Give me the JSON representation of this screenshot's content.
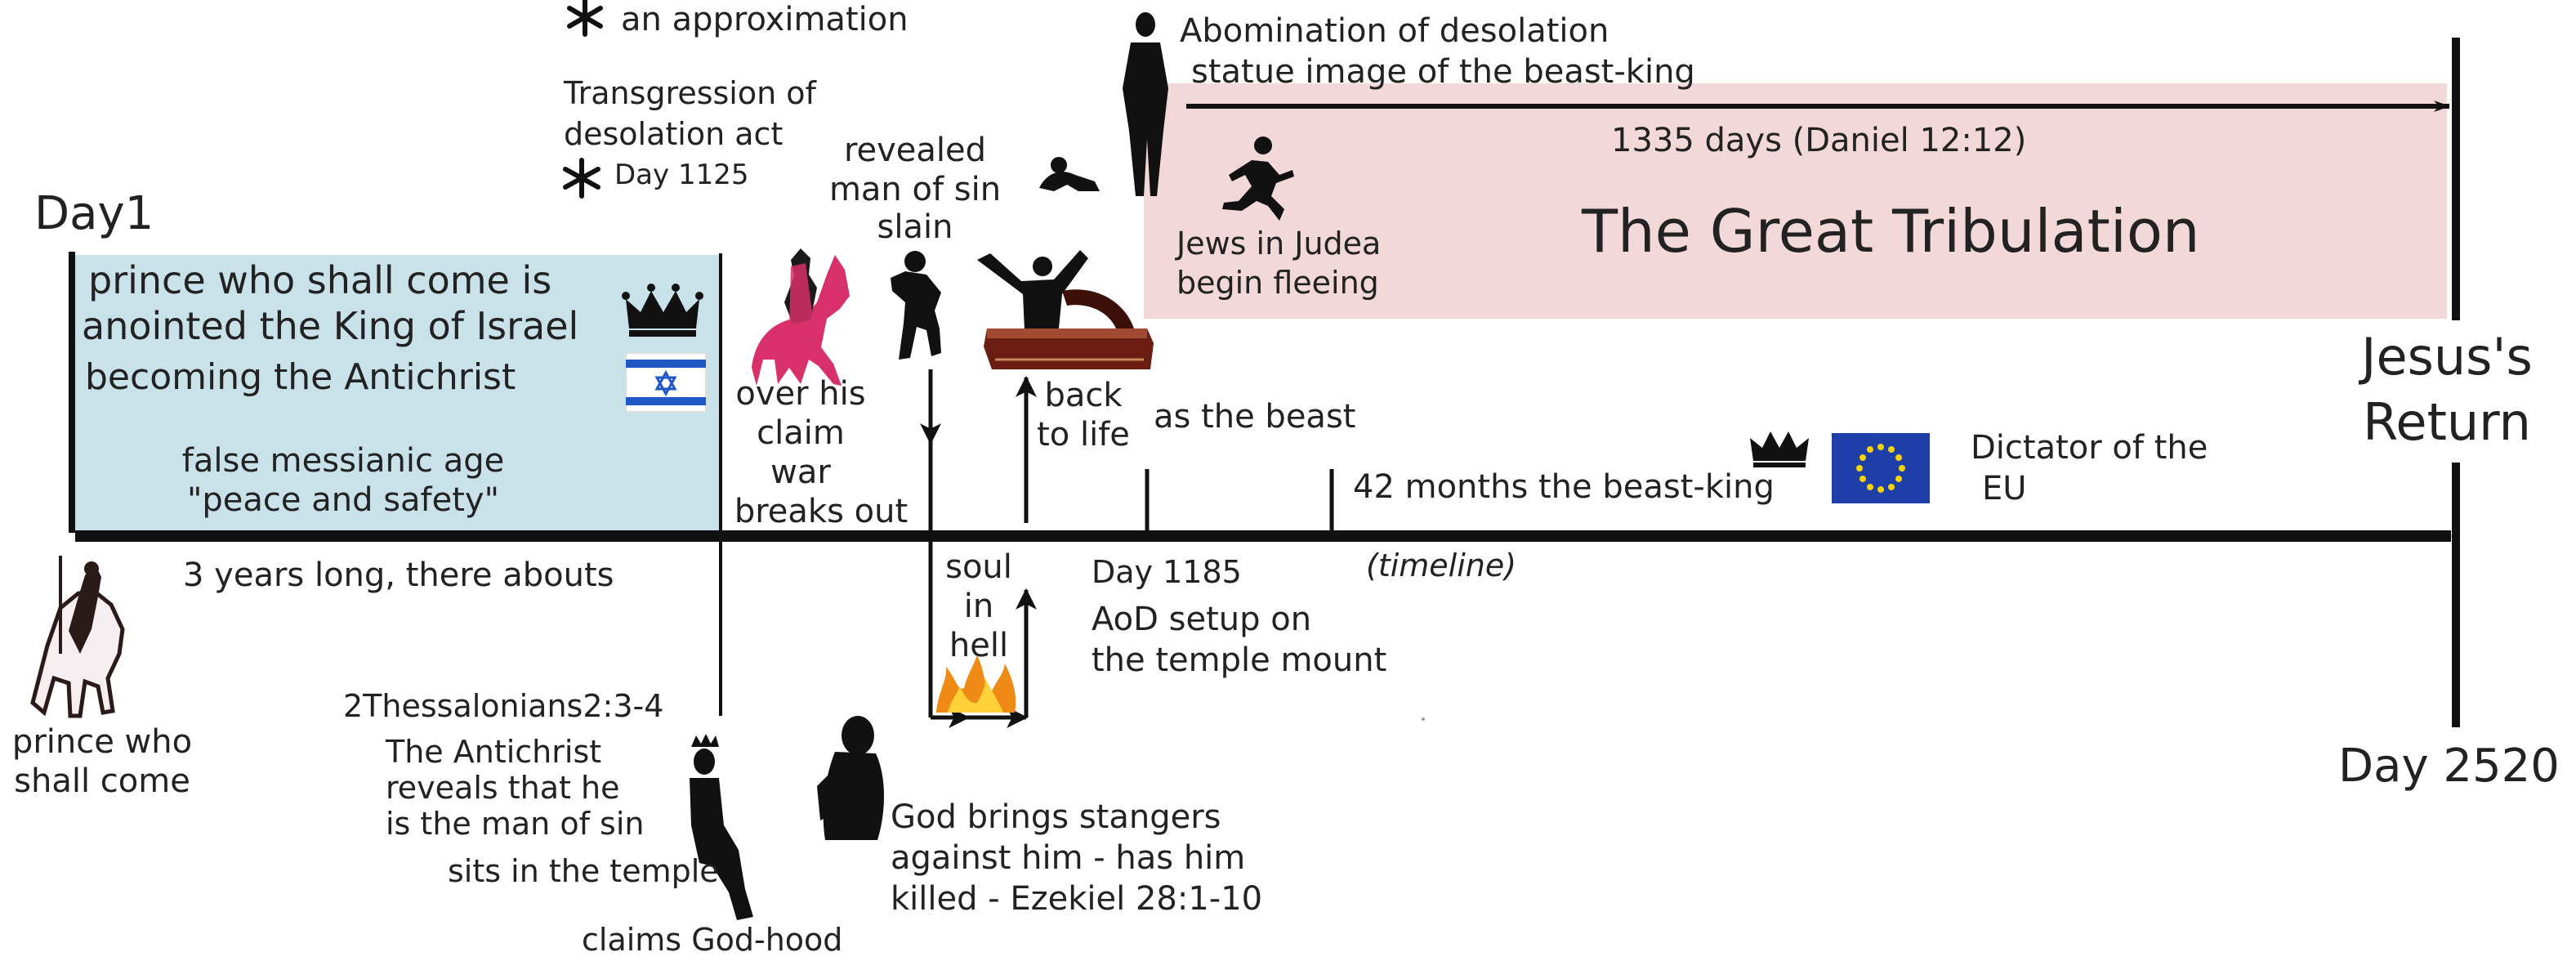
{
  "colors": {
    "ink": "#111111",
    "pre_tribulation_band": "#c9e2ea",
    "tribulation_band": "#f2d8d8",
    "flag_blue": "#1f57c4",
    "eu_blue": "#1e3ea8",
    "eu_star": "#f6d400",
    "horse_pink": "#d8306a",
    "fire_orange": "#f08a16",
    "casket_brown": "#6b1d12"
  },
  "icons": [
    "approximation-asterisk-icon",
    "crown-icon",
    "israel-flag-icon",
    "eu-flag-icon",
    "rider-on-horse-icon",
    "kneeling-figure-icon",
    "statue-figure-icon",
    "running-figure-icon",
    "falling-man-icon",
    "rising-man-icon",
    "casket-icon",
    "hell-fire-icon",
    "enthroned-man-icon",
    "hooded-stranger-icon"
  ],
  "labels": {
    "day1": "Day1",
    "day1185": "Day 1185",
    "day2520": "Day 2520",
    "jesus_return": [
      "Jesus's",
      "Return"
    ],
    "approximation": "an approximation",
    "transgression": [
      "Transgression of",
      "desolation act"
    ],
    "day1125": "Day 1125",
    "revealed": [
      "revealed",
      "man of sin",
      "slain"
    ],
    "abomination": [
      "Abomination of desolation",
      "statue image of the beast-king"
    ],
    "days_1335": "1335 days (Daniel 12:12)",
    "great_tribulation": "The Great Tribulation",
    "jews_fleeing": [
      "Jews in Judea",
      "begin fleeing"
    ],
    "prince_anointed": [
      "prince who shall come is",
      "anointed the King of Israel"
    ],
    "becoming_antichrist": "becoming the Antichrist",
    "false_age": [
      "false messianic age",
      "\"peace and safety\""
    ],
    "war": [
      "over his",
      "claim",
      "war",
      "breaks out"
    ],
    "back_to_life": [
      "back",
      "to life"
    ],
    "as_beast": "as the beast",
    "months_42": "42 months the beast-king",
    "dictator": [
      "Dictator of the",
      "EU"
    ],
    "three_years": "3 years long, there abouts",
    "soul_in_hell": [
      "soul",
      "in",
      "hell"
    ],
    "timeline": "(timeline)",
    "aod_setup": [
      "AoD setup on",
      "the temple mount"
    ],
    "prince_shall_come": [
      "prince who",
      "shall come"
    ],
    "thessalonians": "2Thessalonians2:3-4",
    "antichrist_reveals": [
      "The Antichrist",
      "reveals that he",
      "is the man of sin"
    ],
    "sits_temple": "sits in the temple",
    "claims_godhood": "claims God-hood",
    "god_brings": [
      "God brings stangers",
      "against him - has him",
      "killed - Ezekiel 28:1-10"
    ]
  }
}
